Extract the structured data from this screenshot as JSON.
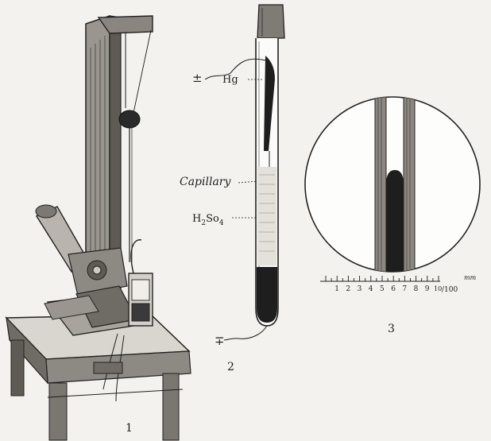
{
  "figure": {
    "fig1_number": "1",
    "fig2_number": "2",
    "fig3_number": "3"
  },
  "labels": {
    "plus_minus": "±",
    "hg": "Hg",
    "capillary": "Capillary",
    "h2so4_base": "H",
    "h2so4_sub1": "2",
    "h2so4_mid": "So",
    "h2so4_sub2": "4",
    "minus_plus": "∓"
  },
  "scale": {
    "ticks": [
      "1",
      "2",
      "3",
      "4",
      "5",
      "6",
      "7",
      "8",
      "9",
      "10"
    ],
    "fraction": "/",
    "denominator": "100",
    "unit": "mm"
  }
}
